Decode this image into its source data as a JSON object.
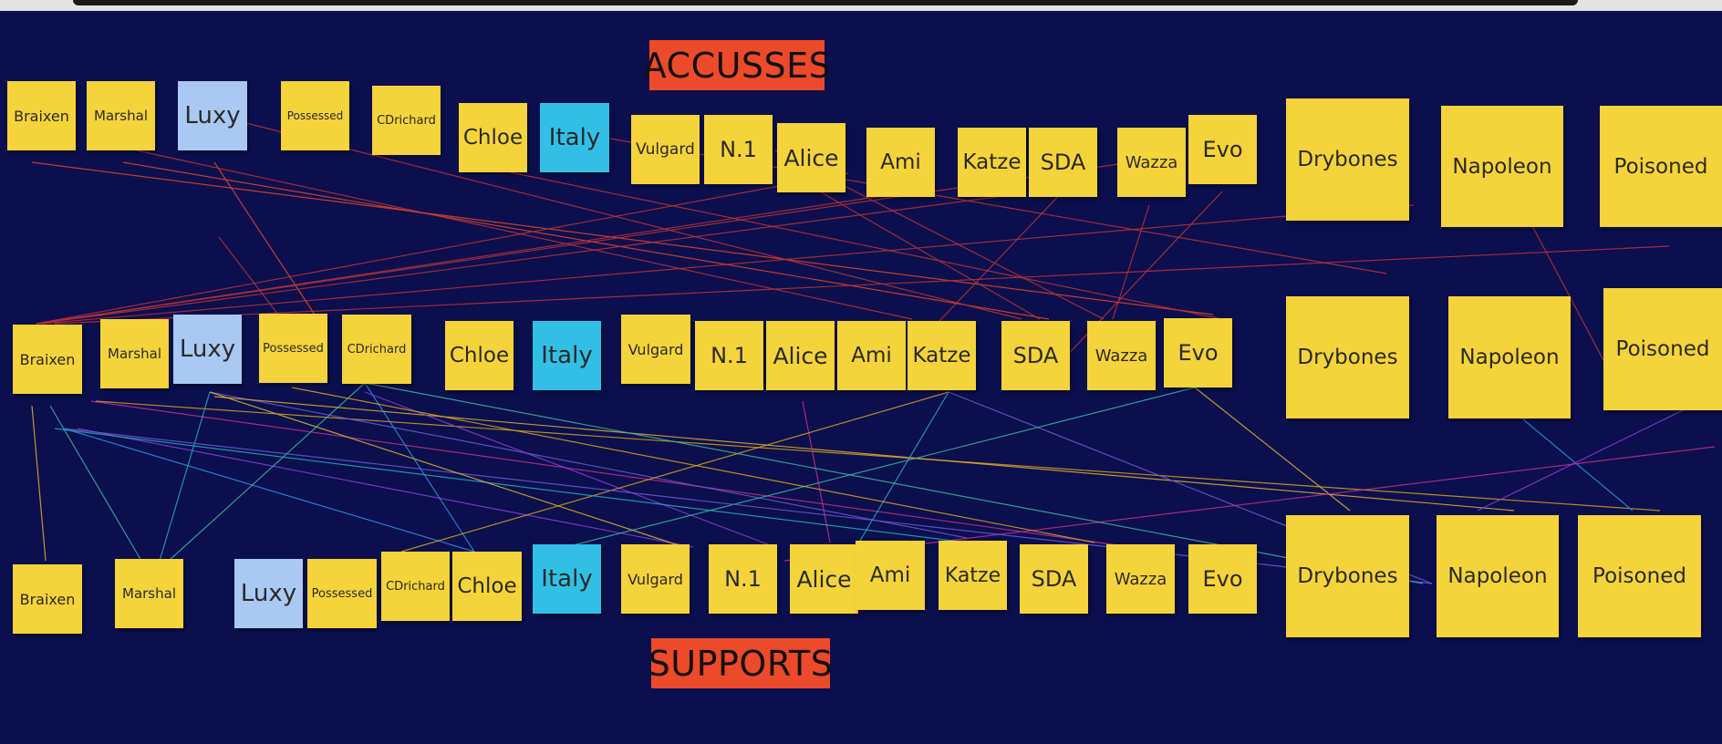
{
  "headers": {
    "accuses": "ACCUSSES",
    "supports": "SUPPORTS"
  },
  "colors": {
    "background": "#0b0f4d",
    "note_yellow": "#f5d33a",
    "note_lightblue": "#a9c8f2",
    "note_cyan": "#31bfe6",
    "header_red": "#ec4a2a"
  },
  "rows": [
    [
      "Braixen",
      "Marshal",
      "Luxy",
      "Possessed",
      "CDrichard",
      "Chloe",
      "Italy",
      "Vulgard",
      "N.1",
      "Alice",
      "Ami",
      "Katze",
      "SDA",
      "Wazza",
      "Evo",
      "Drybones",
      "Napoleon",
      "Poisoned"
    ],
    [
      "Braixen",
      "Marshal",
      "Luxy",
      "Possessed",
      "CDrichard",
      "Chloe",
      "Italy",
      "Vulgard",
      "N.1",
      "Alice",
      "Ami",
      "Katze",
      "SDA",
      "Wazza",
      "Evo",
      "Drybones",
      "Napoleon",
      "Poisoned"
    ],
    [
      "Braixen",
      "Marshal",
      "Luxy",
      "Possessed",
      "CDrichard",
      "Chloe",
      "Italy",
      "Vulgard",
      "N.1",
      "Alice",
      "Ami",
      "Katze",
      "SDA",
      "Wazza",
      "Evo",
      "Drybones",
      "Napoleon",
      "Poisoned"
    ]
  ],
  "note_colors": [
    "yellow",
    "yellow",
    "lightblue",
    "yellow",
    "yellow",
    "yellow",
    "cyan",
    "yellow",
    "yellow",
    "yellow",
    "yellow",
    "yellow",
    "yellow",
    "yellow",
    "yellow",
    "yellow",
    "yellow",
    "yellow"
  ]
}
